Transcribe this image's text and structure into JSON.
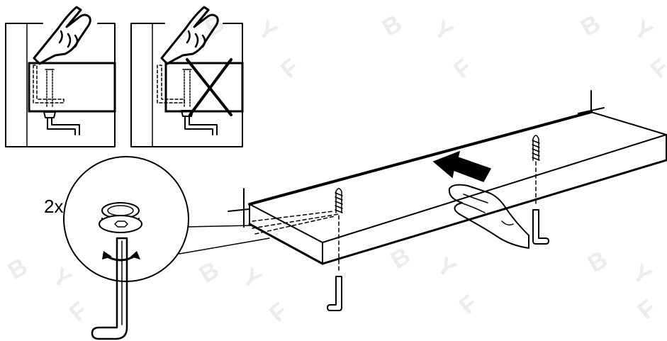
{
  "callout": {
    "quantity_label": "2x"
  },
  "watermark": {
    "letters": [
      "B",
      "Y",
      "F",
      "B",
      "Y",
      "F",
      "B",
      "Y",
      "F",
      "B",
      "Y",
      "F",
      "B",
      "Y",
      "F",
      "B",
      "Y",
      "F",
      "B",
      "Y",
      "F"
    ]
  },
  "colors": {
    "ink": "#000000",
    "watermark": "#ececec",
    "background": "#ffffff"
  },
  "icons": [
    "pointing-hand-icon",
    "allen-key-icon",
    "screw-icon",
    "cross-mark-icon",
    "push-arrow-icon",
    "rotate-arrow-icon"
  ]
}
